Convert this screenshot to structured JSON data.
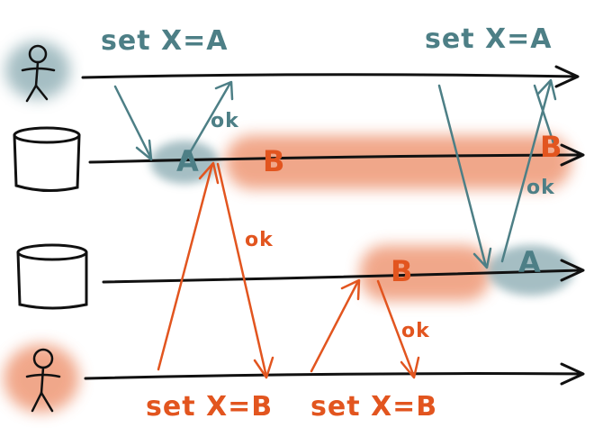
{
  "colors": {
    "teal": "#4d7f86",
    "teal_haze": "#7fa3aa",
    "orange": "#e2551f",
    "orange_haze": "#ec8a63",
    "ink": "#111111"
  },
  "icons": {
    "top_client": "stick-figure-icon",
    "replica_1": "database-cylinder-icon",
    "replica_2": "database-cylinder-icon",
    "bottom_client": "stick-figure-icon"
  },
  "labels": {
    "top_write_left": "set X=A",
    "top_write_right": "set X=A",
    "bottom_write_left": "set X=B",
    "bottom_write_right": "set X=B",
    "ack_top_left": "ok",
    "ack_top_right": "ok",
    "ack_mid": "ok",
    "ack_bottom": "ok",
    "r1_value_a": "A",
    "r1_value_b1": "B",
    "r1_value_b2": "B",
    "r2_value_b": "B",
    "r2_value_a": "A"
  }
}
